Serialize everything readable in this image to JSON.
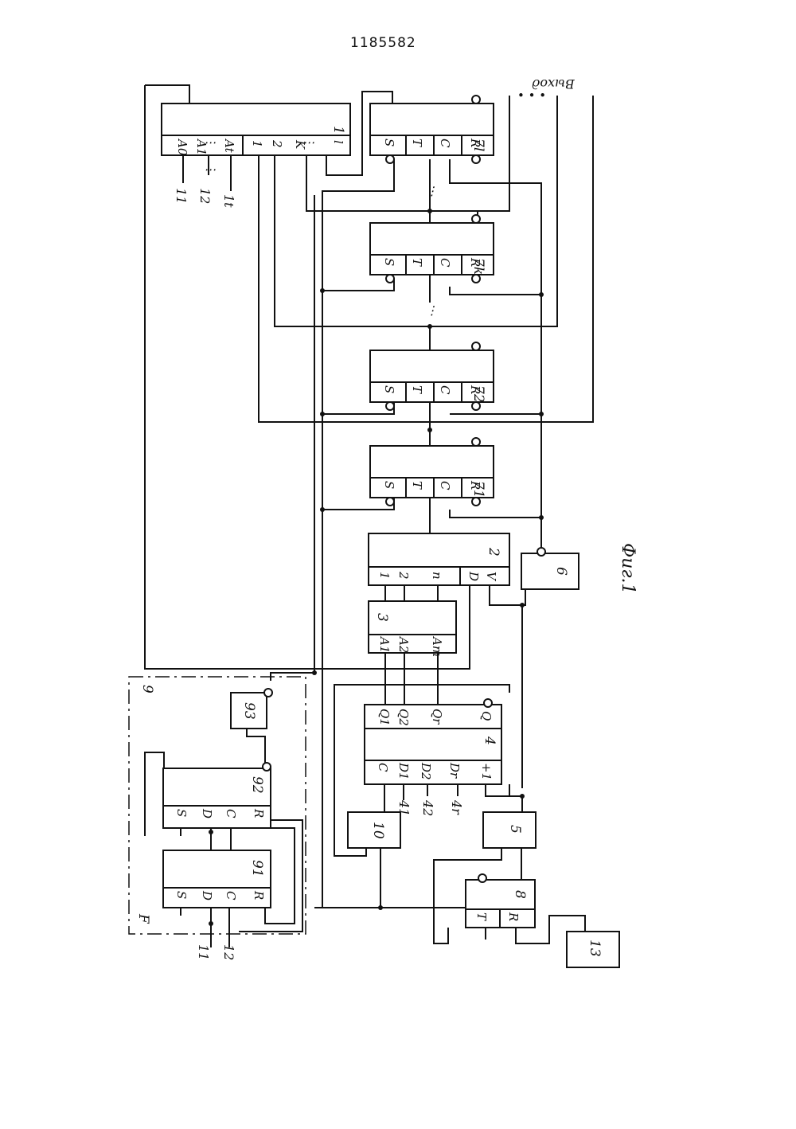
{
  "patent_number": "1185582",
  "figure_caption": "Фиг.1",
  "output_label": "Выход",
  "frame_label": "F",
  "blocks": {
    "b1": {
      "number": "1",
      "pins_a": [
        "A0",
        "A1",
        "At"
      ],
      "pins_b": [
        "1",
        "2",
        "K",
        "l"
      ]
    },
    "b2": {
      "number": "2",
      "pins": [
        "1",
        "2",
        "n",
        "D",
        "V"
      ]
    },
    "b3": {
      "number": "3",
      "pins": [
        "A1",
        "A2",
        "Am"
      ]
    },
    "b4": {
      "number": "4",
      "pins_in": [
        "C",
        "D1",
        "D2",
        "Dr",
        "+1"
      ],
      "pins_out": [
        "Q1",
        "Q2",
        "Qr",
        "Q"
      ]
    },
    "b5": {
      "number": "5"
    },
    "b6": {
      "number": "6"
    },
    "b8": {
      "number": "8",
      "pins": [
        "T",
        "R"
      ]
    },
    "b9": {
      "number": "9"
    },
    "b91": {
      "number": "91",
      "pins": [
        "S",
        "D",
        "C",
        "R"
      ]
    },
    "b92": {
      "number": "92",
      "pins": [
        "S",
        "D",
        "C",
        "R"
      ]
    },
    "b93": {
      "number": "93"
    },
    "b10": {
      "number": "10"
    },
    "b13": {
      "number": "13"
    },
    "triggers": [
      {
        "number": "71",
        "pins": [
          "S",
          "T",
          "C",
          "R"
        ]
      },
      {
        "number": "72",
        "pins": [
          "S",
          "T",
          "C",
          "R"
        ]
      },
      {
        "number": "7k",
        "pins": [
          "S",
          "T",
          "C",
          "R"
        ]
      },
      {
        "number": "7l",
        "pins": [
          "S",
          "T",
          "C",
          "R"
        ]
      }
    ]
  },
  "inputs": {
    "group1": [
      "11",
      "12",
      "1t"
    ],
    "group4": [
      "41",
      "42",
      "4r"
    ],
    "line11": "11",
    "line12": "12"
  }
}
